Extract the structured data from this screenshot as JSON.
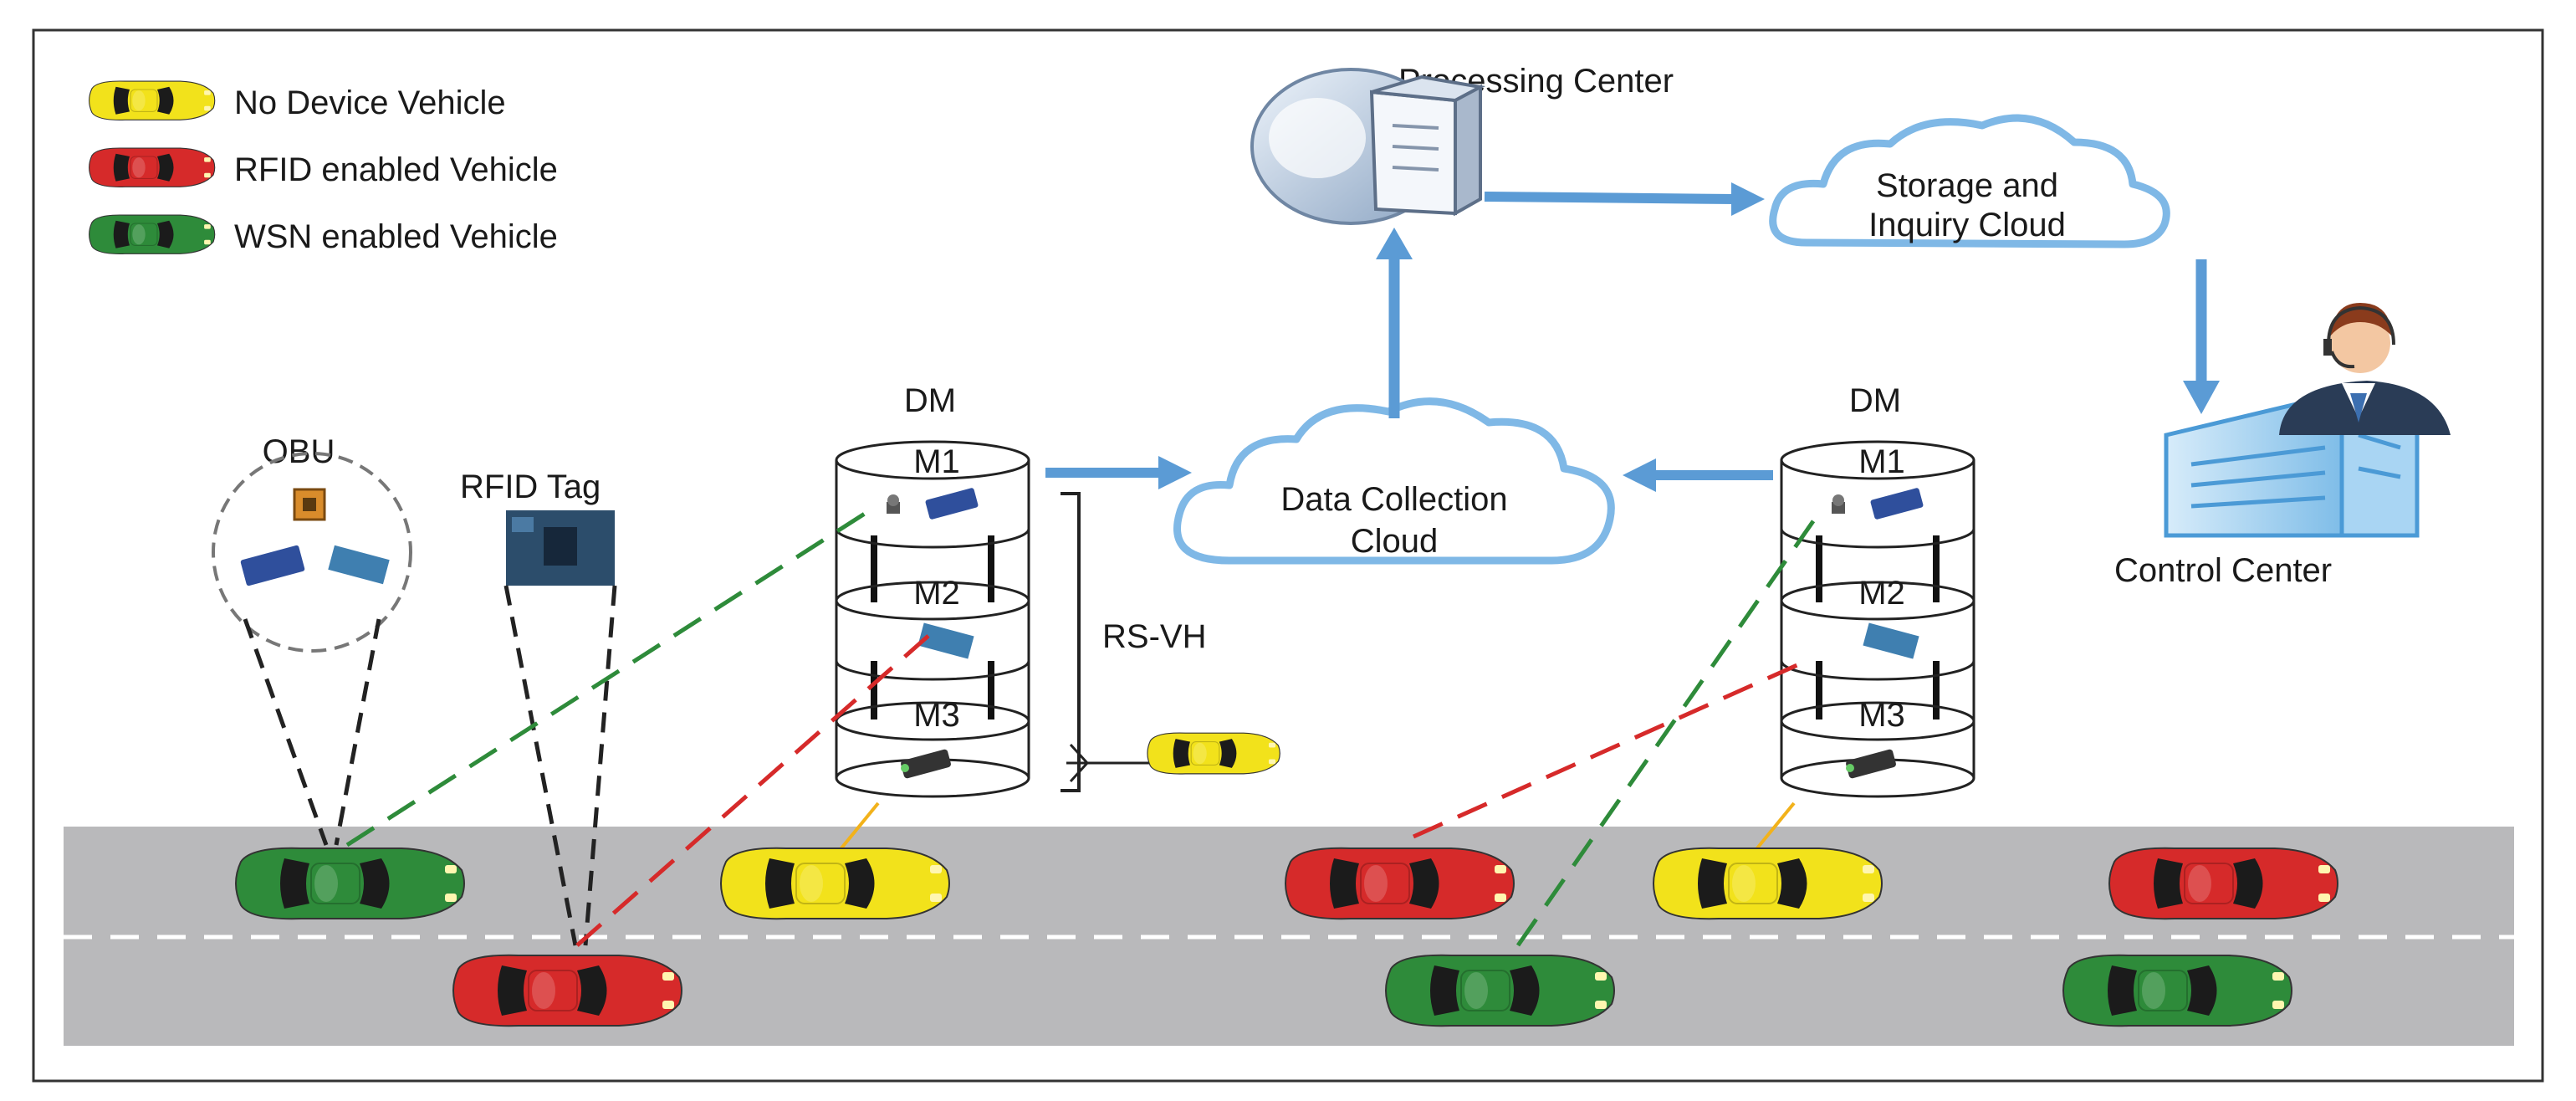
{
  "legend": {
    "items": [
      {
        "label": "No Device Vehicle",
        "color": "#f2e21b"
      },
      {
        "label": "RFID enabled Vehicle",
        "color": "#d62a2a"
      },
      {
        "label": "WSN enabled Vehicle",
        "color": "#2e8b3a"
      }
    ]
  },
  "nodes": {
    "processing_center": "Processing Center",
    "storage_cloud_line1": "Storage and",
    "storage_cloud_line2": "Inquiry Cloud",
    "data_cloud_line1": "Data Collection",
    "data_cloud_line2": "Cloud",
    "control_center": "Control Center",
    "obu": "OBU",
    "rfid_tag": "RFID Tag",
    "dm_left": "DM",
    "dm_right": "DM",
    "rs_vh": "RS-VH"
  },
  "dm_modules": [
    "M1",
    "M2",
    "M3"
  ],
  "colors": {
    "arrow": "#5b9bd5",
    "cloud_stroke": "#7fb8e6",
    "road": "#b9b9bb",
    "lane_mark": "#ffffff",
    "rfid_link": "#d62a2a",
    "wsn_link": "#2e8b3a",
    "yellow_car": "#f2e21b",
    "red_car": "#d62a2a",
    "green_car": "#2e8b3a"
  },
  "icons": {
    "processing": "server-icon",
    "control": "operator-building-icon",
    "obu_chip": "chip-icon",
    "rfid_tag": "rfid-tag-icon"
  }
}
